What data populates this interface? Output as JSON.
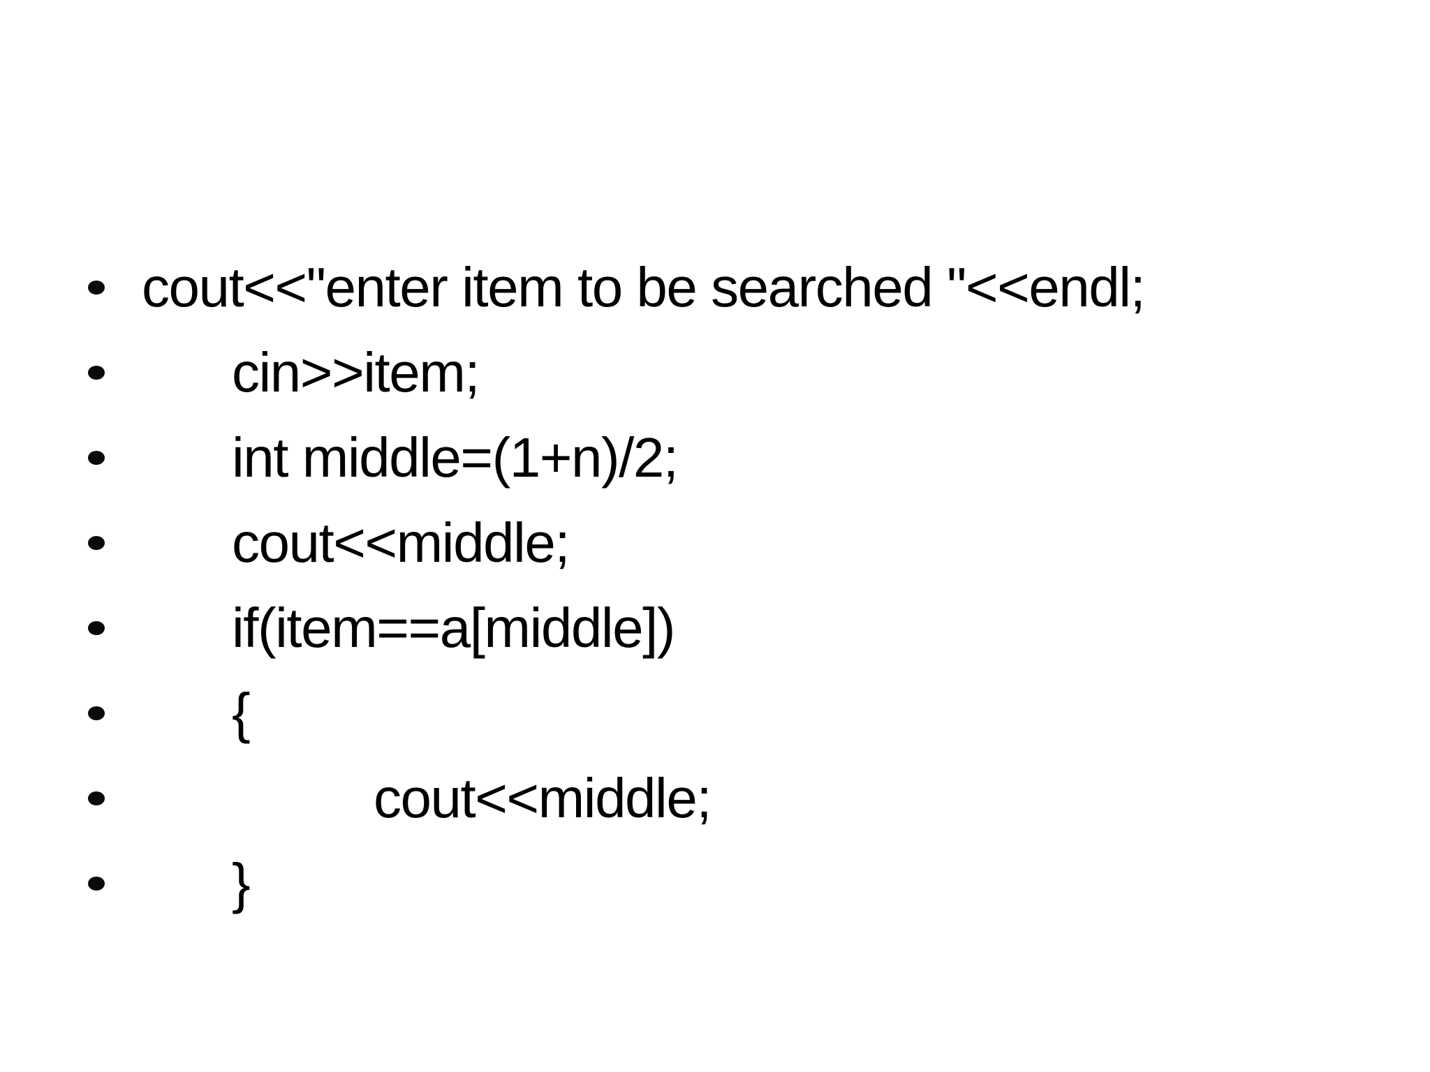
{
  "slide": {
    "background_color": "#ffffff",
    "text_color": "#000000",
    "bullet_color": "#0a0a0a",
    "lines": [
      {
        "text": "cout<<\"enter item to be searched \"<<endl;",
        "indent": 0
      },
      {
        "text": "cin>>item;",
        "indent": 1
      },
      {
        "text": "int middle=(1+n)/2;",
        "indent": 1
      },
      {
        "text": "cout<<middle;",
        "indent": 1
      },
      {
        "text": "if(item==a[middle])",
        "indent": 1
      },
      {
        "text": "{",
        "indent": 1
      },
      {
        "text": "cout<<middle;",
        "indent": 2
      },
      {
        "text": "}",
        "indent": 1
      }
    ]
  }
}
